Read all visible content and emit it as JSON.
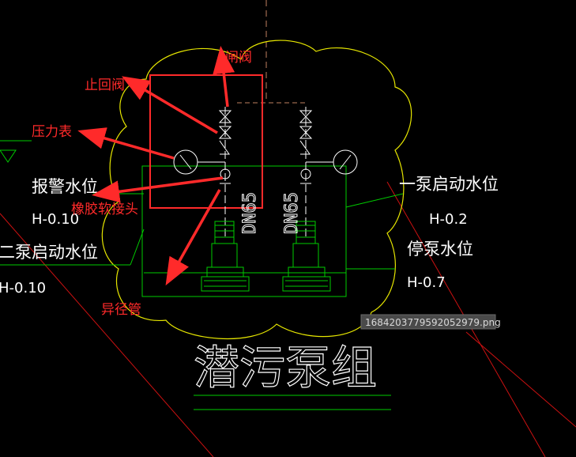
{
  "labels": {
    "alarm_level": "报警水位",
    "alarm_value": "H-0.10",
    "pump2_start": "二泵启动水位",
    "pump2_value": "H-0.10",
    "pump1_start": "一泵启动水位",
    "pump1_value": "H-0.2",
    "stop_level": "停泵水位",
    "stop_value": "H-0.7",
    "dn_left": "DN65",
    "dn_right": "DN65",
    "pump_group": "潜污泵组"
  },
  "annotations": {
    "gate_valve": "闸阀",
    "check_valve": "止回阀",
    "pressure_gauge": "压力表",
    "rubber_joint": "橡胶软接头",
    "reducer": "异径管"
  },
  "file_tag": "1684203779592052979.png",
  "colors": {
    "background": "#000000",
    "cloud": "#e6e600",
    "green": "#00cc00",
    "red": "#ff2a2a",
    "white": "#ffffff",
    "dashed": "#c08060"
  }
}
